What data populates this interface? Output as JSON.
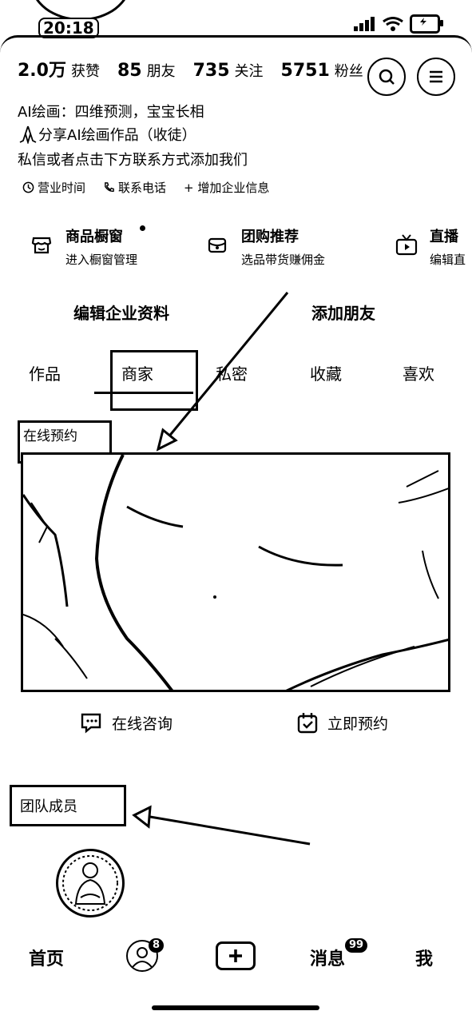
{
  "status": {
    "time": "20:18"
  },
  "stats": [
    {
      "num": "2.0万",
      "label": "获赞"
    },
    {
      "num": "85",
      "label": "朋友"
    },
    {
      "num": "735",
      "label": "关注"
    },
    {
      "num": "5751",
      "label": "粉丝"
    }
  ],
  "bio": {
    "line1": "AI绘画：四维预测，宝宝长相",
    "line2": "分享AI绘画作品（收徒）",
    "line3": "私信或者点击下方联系方式添加我们"
  },
  "info": {
    "hours": "营业时间",
    "phone": "联系电话",
    "add_info": "+ 增加企业信息"
  },
  "features": [
    {
      "title": "商品橱窗",
      "sub": "进入橱窗管理"
    },
    {
      "title": "团购推荐",
      "sub": "选品带货赚佣金"
    },
    {
      "title": "直播",
      "sub": "编辑直"
    }
  ],
  "actions": {
    "edit": "编辑企业资料",
    "add_friend": "添加朋友"
  },
  "tabs": [
    "作品",
    "商家",
    "私密",
    "收藏",
    "喜欢"
  ],
  "annotations": {
    "booking": "在线预约",
    "team": "团队成员"
  },
  "service": {
    "consult": "在线咨询",
    "book": "立即预约"
  },
  "bottom_nav": {
    "home": "首页",
    "messages": "消息",
    "me": "我",
    "friend_badge": "8",
    "msg_badge": "99"
  }
}
